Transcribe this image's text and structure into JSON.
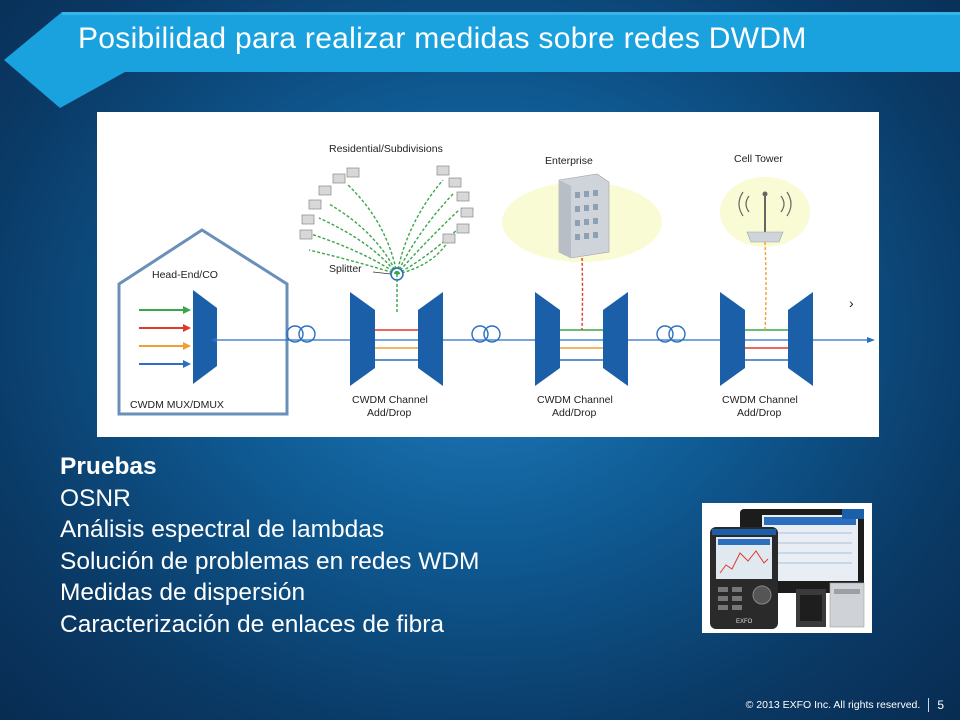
{
  "title": "Posibilidad para realizar medidas sobre redes DWDM",
  "diagram": {
    "residential_label": "Residential/Subdivisions",
    "enterprise_label": "Enterprise",
    "cell_tower_label": "Cell Tower",
    "splitter_label": "Splitter",
    "headend_label": "Head-End/CO",
    "mux_label": "CWDM MUX/DMUX",
    "channel1_label_1": "CWDM Channel",
    "channel1_label_2": "Add/Drop",
    "channel2_label_1": "CWDM Channel",
    "channel2_label_2": "Add/Drop",
    "channel3_label_1": "CWDM Channel",
    "channel3_label_2": "Add/Drop",
    "continuation_mark": "›"
  },
  "content": {
    "heading": "Pruebas",
    "items": [
      "OSNR",
      "Análisis espectral de lambdas",
      "Solución de problemas en redes WDM",
      "Medidas de dispersión",
      "Caracterización de enlaces  de fibra"
    ]
  },
  "device_image": {
    "brand_text": "EXFO"
  },
  "footer": {
    "copyright": "© 2013 EXFO Inc. All rights reserved.",
    "page_number": "5"
  },
  "colors": {
    "background": "#0f5a93",
    "banner": "#1aa2df",
    "mux_blue": "#1a5fa8",
    "fiber_green": "#3aa64a",
    "fiber_red": "#e03a2a",
    "fiber_orange": "#f0a030"
  }
}
